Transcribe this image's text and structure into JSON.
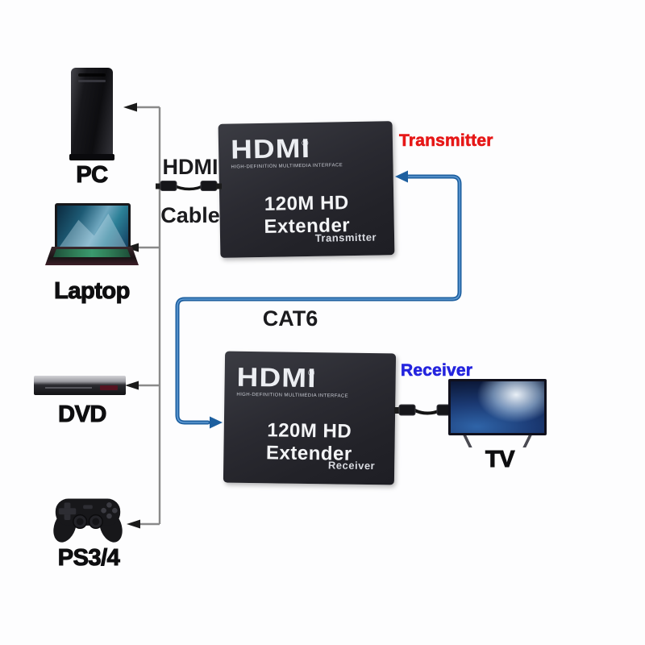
{
  "colors": {
    "background": "#fdfdfe",
    "trunk_line_gray": "#8a8a8a",
    "cat6_blue": "#1d5f9f",
    "cat6_highlight": "#6ca6dd",
    "hdmi_cable_black": "#141414",
    "transmitter_label_red": "#e61717",
    "receiver_label_blue": "#2424de",
    "extender_box_black": "#26262c",
    "device_label_black": "#0e0e10"
  },
  "sources": [
    {
      "id": "pc",
      "label": "PC"
    },
    {
      "id": "laptop",
      "label": "Laptop"
    },
    {
      "id": "dvd",
      "label": "DVD"
    },
    {
      "id": "ps",
      "label": "PS3/4"
    }
  ],
  "display": {
    "label": "TV"
  },
  "hdmi_cable": {
    "line1": "HDMI",
    "line2": "Cable"
  },
  "cat6": {
    "label": "CAT6"
  },
  "annotations": {
    "transmitter": {
      "label": "Transmitter"
    },
    "receiver": {
      "label": "Receiver"
    }
  },
  "boxes": {
    "transmitter": {
      "brand": "HDMI",
      "reg": "®",
      "tagline": "HIGH-DEFINITION MULTIMEDIA INTERFACE",
      "model": "120M HD Extender",
      "role": "Transmitter"
    },
    "receiver": {
      "brand": "HDMI",
      "reg": "®",
      "tagline": "HIGH-DEFINITION MULTIMEDIA INTERFACE",
      "model": "120M HD Extender",
      "role": "Receiver"
    }
  }
}
